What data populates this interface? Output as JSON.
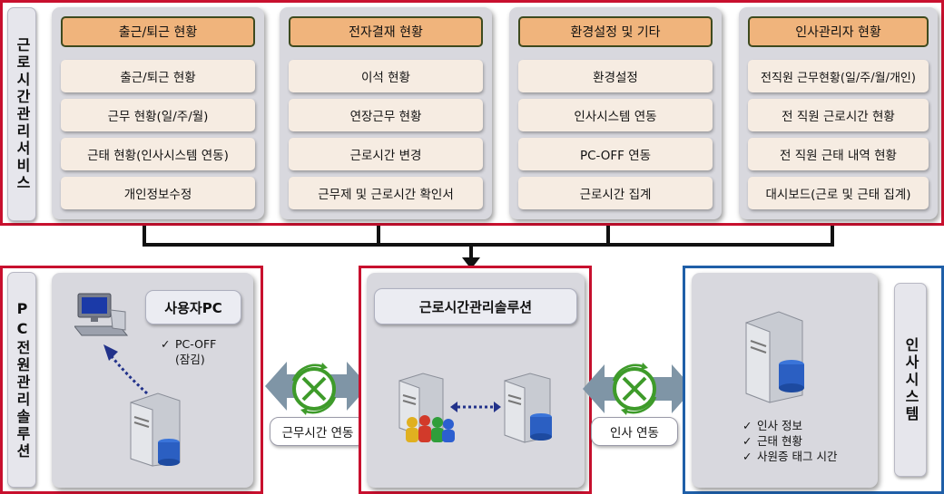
{
  "service": {
    "label": "근로시간관리서비스",
    "columns": [
      {
        "title": "출근/퇴근 현황",
        "items": [
          "출근/퇴근 현황",
          "근무 현황(일/주/월)",
          "근태 현황(인사시스템 연동)",
          "개인정보수정"
        ]
      },
      {
        "title": "전자결재 현황",
        "items": [
          "이석 현황",
          "연장근무 현황",
          "근로시간 변경",
          "근무제 및 근로시간 확인서"
        ]
      },
      {
        "title": "환경설정 및 기타",
        "items": [
          "환경설정",
          "인사시스템 연동",
          "PC-OFF 연동",
          "근로시간 집계"
        ]
      },
      {
        "title": "인사관리자 현황",
        "items": [
          "전직원 근무현황(일/주/월/개인)",
          "전 직원 근로시간 현황",
          "전 직원 근태 내역 현황",
          "대시보드(근로 및 근태 집계)"
        ]
      }
    ]
  },
  "pc_solution": {
    "label": "PC전원관리솔루션",
    "user_pc_label": "사용자PC",
    "checks": [
      "PC-OFF",
      "(잠김)"
    ]
  },
  "center": {
    "label": "근로시간관리솔루션"
  },
  "hr": {
    "label": "인사시스템",
    "checks": [
      "인사 정보",
      "근태 현황",
      "사원증 태그 시간"
    ]
  },
  "links": {
    "left": "근무시간 연동",
    "right": "인사 연동"
  },
  "colors": {
    "red_frame": "#c8102e",
    "blue_frame": "#1f5fa8",
    "header_fill": "#f0b47c",
    "arrow": "#7f95a6",
    "sync_icon": "#3e9b2a"
  }
}
